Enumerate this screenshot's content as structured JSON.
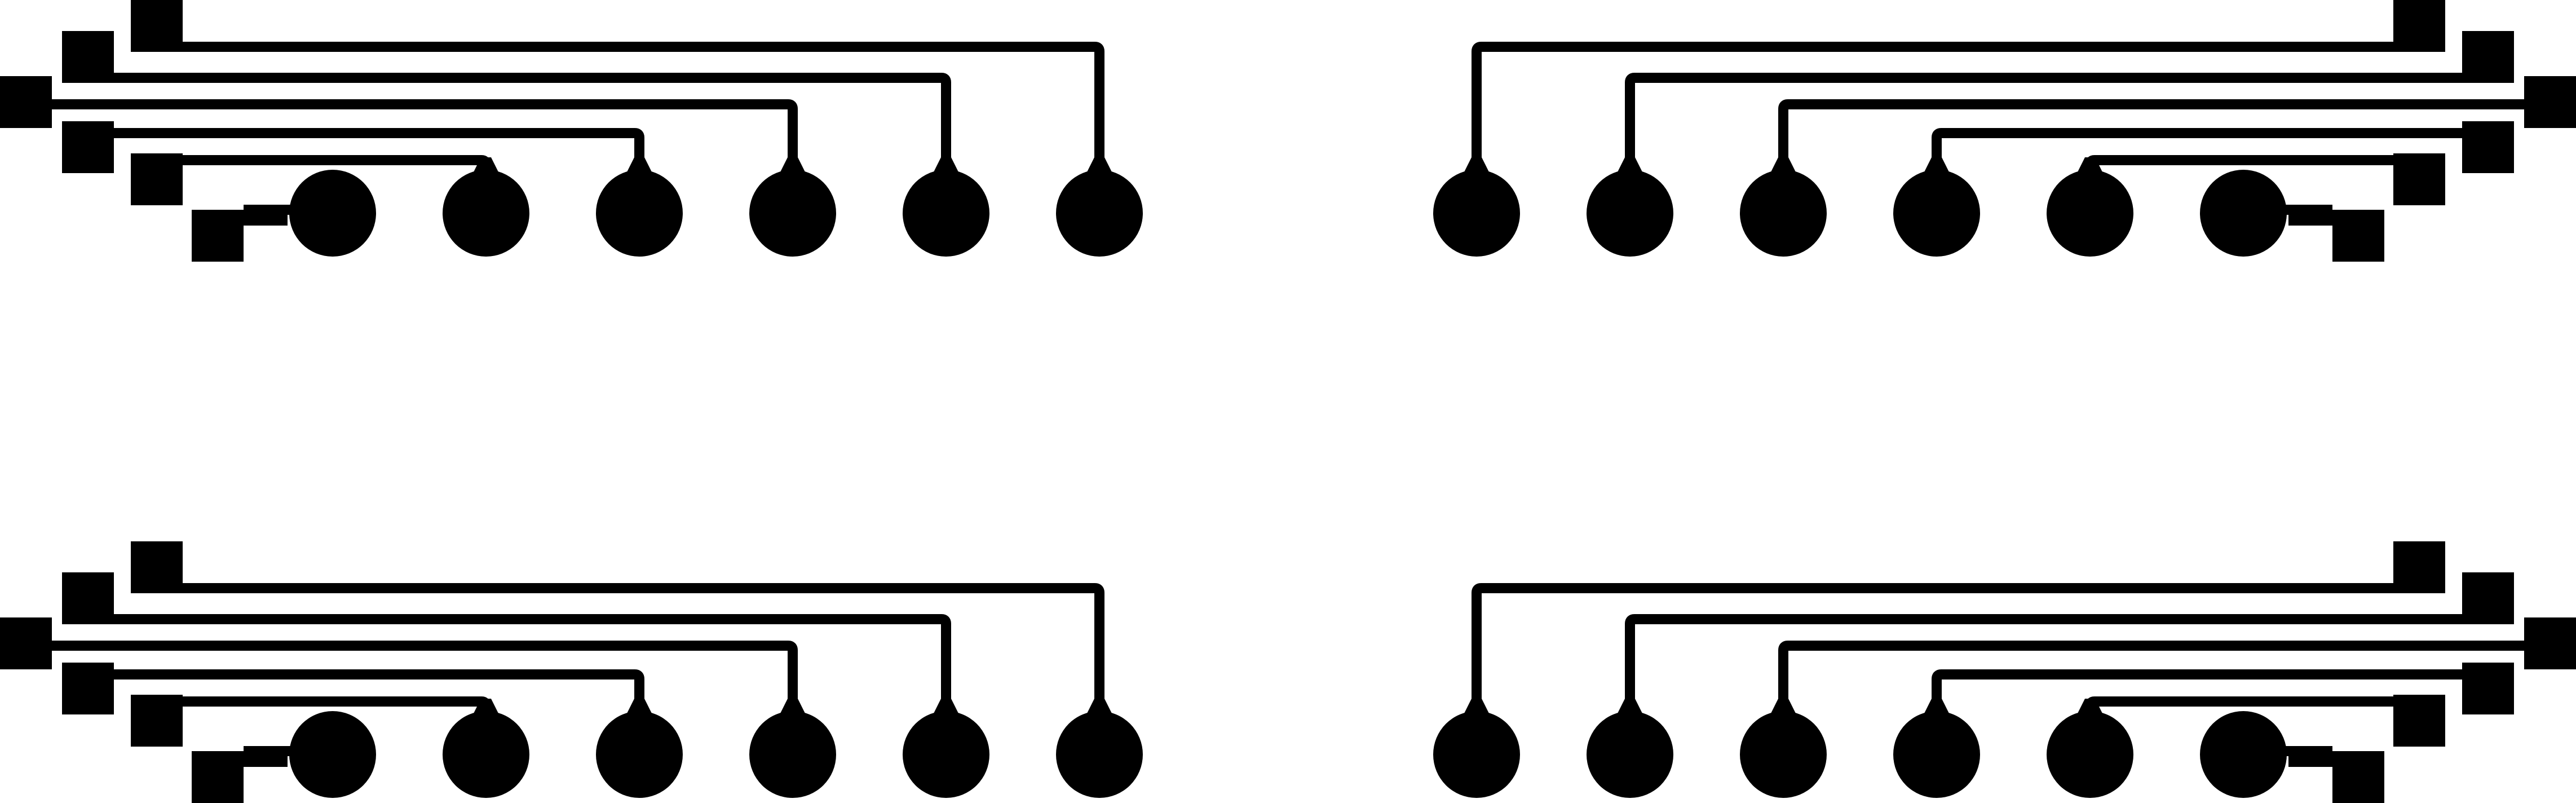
{
  "diagram": {
    "type": "pcb-artwork",
    "ink_color": "#000000",
    "background_color": "#ffffff",
    "blocks": [
      {
        "name": "top-left",
        "flip_x": false
      },
      {
        "name": "top-right",
        "flip_x": true
      },
      {
        "name": "bottom-left",
        "flip_x": false
      },
      {
        "name": "bottom-right",
        "flip_x": true
      }
    ],
    "pads_per_block": 6,
    "traces_per_block": 6
  }
}
